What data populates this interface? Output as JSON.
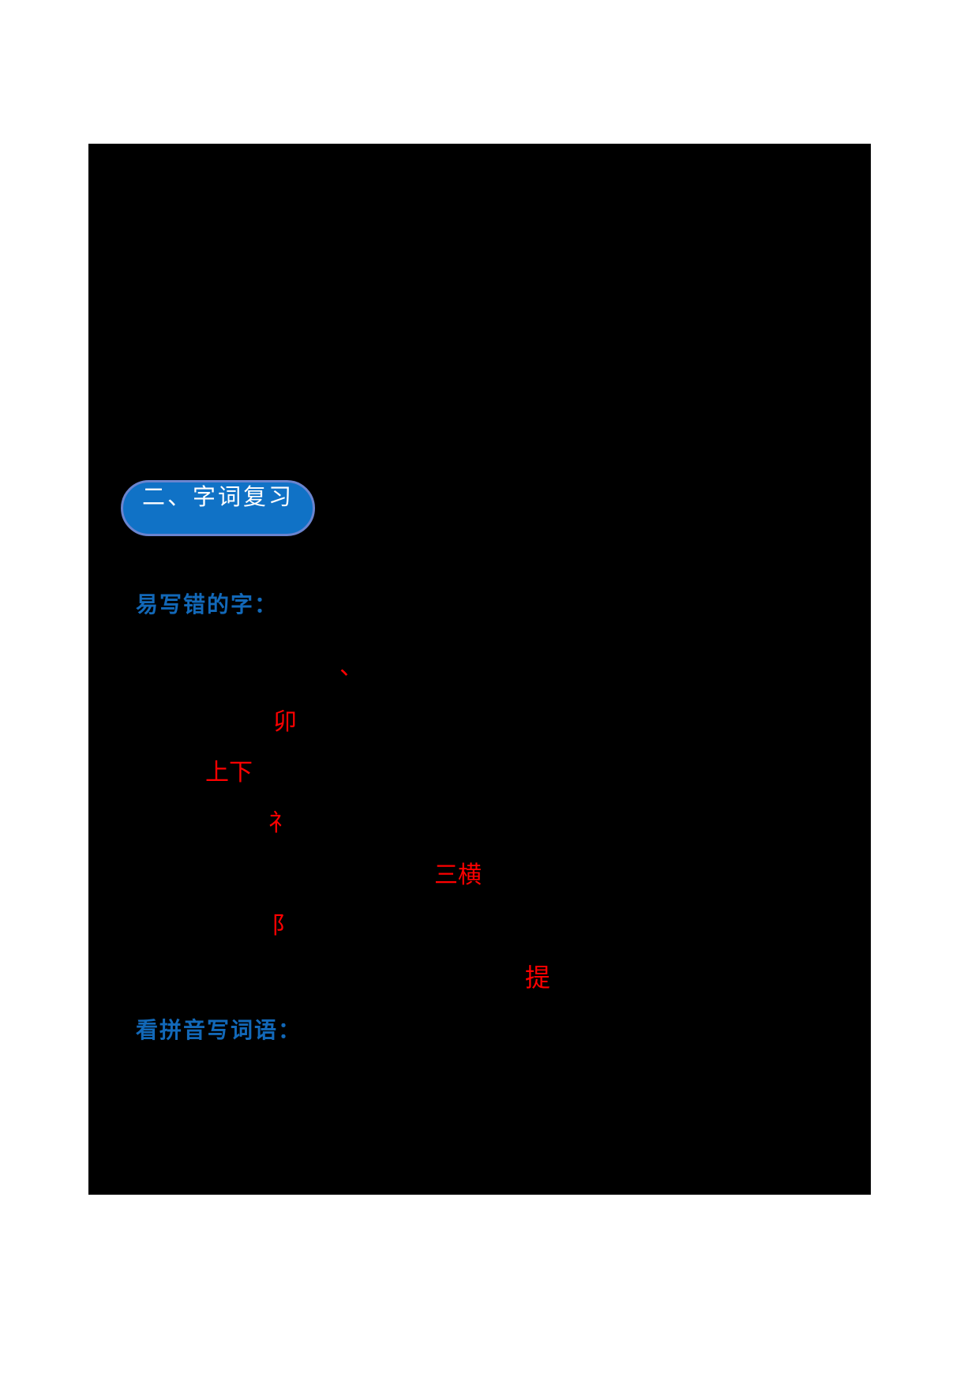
{
  "section_banner": {
    "label": "二、字词复习"
  },
  "headings": {
    "error_prone_chars": "易写错的字：",
    "pinyin_words": "看拼音写词语："
  },
  "annotations": [
    "、",
    "卯",
    "上下",
    "礻",
    "三横",
    "阝",
    "提"
  ],
  "colors": {
    "page_background": "#ffffff",
    "content_block_background": "#000000",
    "banner_fill": "#1072c6",
    "banner_border": "#6a84cf",
    "banner_text": "#ffffff",
    "heading_blue": "#1268b8",
    "annotation_red": "#ff0000"
  }
}
